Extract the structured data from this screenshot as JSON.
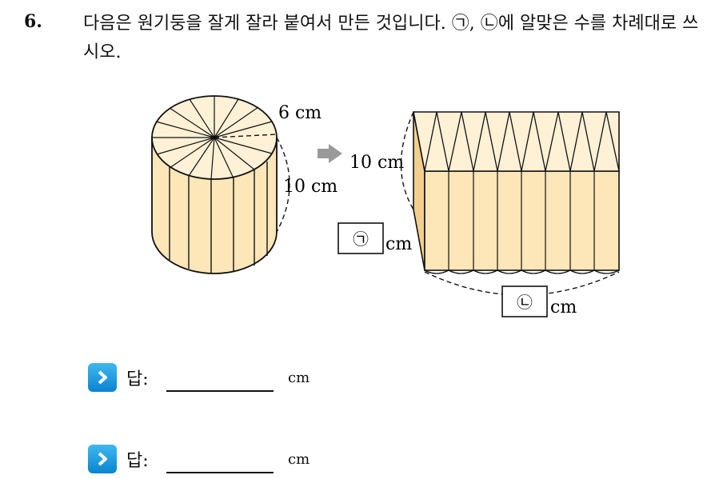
{
  "question": {
    "number": "6.",
    "text": "다음은 원기둥을 잘게 잘라 붙여서 만든 것입니다. ㉠, ㉡에 알맞은 수를 차례대로 쓰시오."
  },
  "figure": {
    "radius_label": "6 cm",
    "height_label_left": "10 cm",
    "height_label_right": "10 cm",
    "blank_a": "㉠",
    "blank_b": "㉡",
    "unit_a": "cm",
    "unit_b": "cm"
  },
  "answers": [
    {
      "label": "답:",
      "value": "",
      "unit": "cm"
    },
    {
      "label": "답:",
      "value": "",
      "unit": "cm"
    }
  ],
  "colors": {
    "fill": "#fde6b8",
    "fill_dark": "#f3cf8e",
    "arrow": "#9a9a9a",
    "answer_icon": "#1a95e0"
  }
}
